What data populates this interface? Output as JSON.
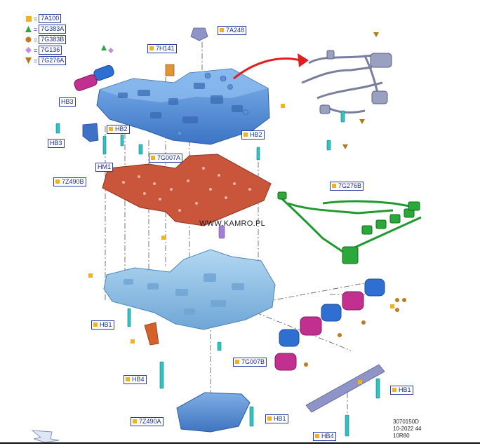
{
  "watermark": "WWW.KAMRO.PL",
  "legend": [
    {
      "marker": "square",
      "color": "#f3b21c",
      "code": "7A100"
    },
    {
      "marker": "triangle",
      "color": "#2aa845",
      "code": "7G383A"
    },
    {
      "marker": "circle",
      "color": "#c27a1f",
      "code": "7G383B"
    },
    {
      "marker": "diamond",
      "color": "#c090e0",
      "code": "7G136"
    },
    {
      "marker": "triangle-down",
      "color": "#b07a1a",
      "code": "7G276A"
    }
  ],
  "labels": {
    "l_7a248": "7A248",
    "l_7h141": "7H141",
    "l_hb3_top": "HB3",
    "l_hb3_bottom": "HB3",
    "l_hb2_left": "HB2",
    "l_hb2_right": "HB2",
    "l_hm1": "HM1",
    "l_7g007a": "7G007A",
    "l_7z490b": "7Z490B",
    "l_7g276b": "7G276B",
    "l_hb1_left": "HB1",
    "l_7g007b": "7G007B",
    "l_hb4_left": "HB4",
    "l_7z490a": "7Z490A",
    "l_hb1_bottom": "HB1",
    "l_hb1_right": "HB1",
    "l_hb4_right": "HB4"
  },
  "footer": {
    "line1": "3070150D",
    "line2": "10-2022 44",
    "line3": "10R80"
  },
  "colors": {
    "valve_body_upper": "#5b93d9",
    "valve_body_lower": "#8fc2e6",
    "separator_plate": "#c9563a",
    "harness": "#1f9a2e",
    "solenoid_blue": "#2e6fd1",
    "solenoid_magenta": "#c2308f",
    "arrow": "#e02020",
    "label_text": "#1a2f8a"
  }
}
